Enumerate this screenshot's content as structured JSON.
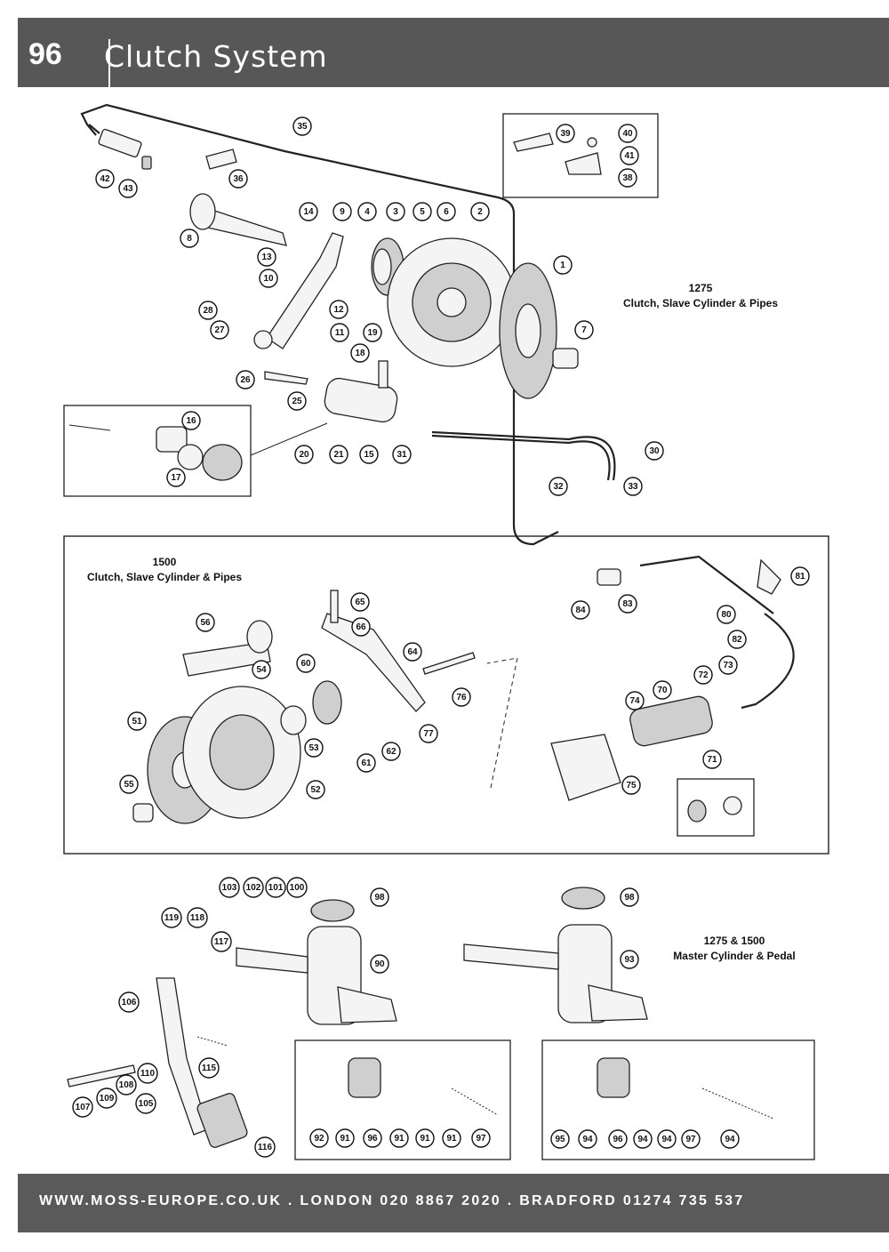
{
  "header": {
    "page_number": "96",
    "title": "Clutch System"
  },
  "sections": {
    "s1275": {
      "line1": "1275",
      "line2": "Clutch, Slave Cylinder & Pipes"
    },
    "s1500": {
      "line1": "1500",
      "line2": "Clutch, Slave Cylinder & Pipes"
    },
    "master": {
      "line1": "1275 & 1500",
      "line2": "Master Cylinder & Pedal"
    }
  },
  "callouts": [
    "35",
    "36",
    "42",
    "43",
    "39",
    "40",
    "41",
    "38",
    "14",
    "9",
    "4",
    "3",
    "5",
    "6",
    "2",
    "8",
    "13",
    "10",
    "1",
    "28",
    "12",
    "27",
    "11",
    "19",
    "18",
    "7",
    "26",
    "25",
    "16",
    "17",
    "20",
    "21",
    "15",
    "31",
    "30",
    "32",
    "33",
    "65",
    "66",
    "56",
    "64",
    "54",
    "60",
    "76",
    "81",
    "84",
    "83",
    "80",
    "82",
    "73",
    "72",
    "74",
    "70",
    "51",
    "53",
    "77",
    "62",
    "61",
    "52",
    "55",
    "75",
    "71",
    "103",
    "102",
    "101",
    "100",
    "98",
    "119",
    "118",
    "117",
    "90",
    "106",
    "115",
    "107",
    "109",
    "108",
    "110",
    "105",
    "116",
    "92",
    "91",
    "96",
    "91",
    "91",
    "91",
    "97",
    "98",
    "93",
    "95",
    "94",
    "96",
    "94",
    "94",
    "97",
    "94"
  ],
  "footer": {
    "text": "WWW.MOSS-EUROPE.CO.UK . LONDON 020 8867 2020 . BRADFORD 01274 735 537"
  }
}
